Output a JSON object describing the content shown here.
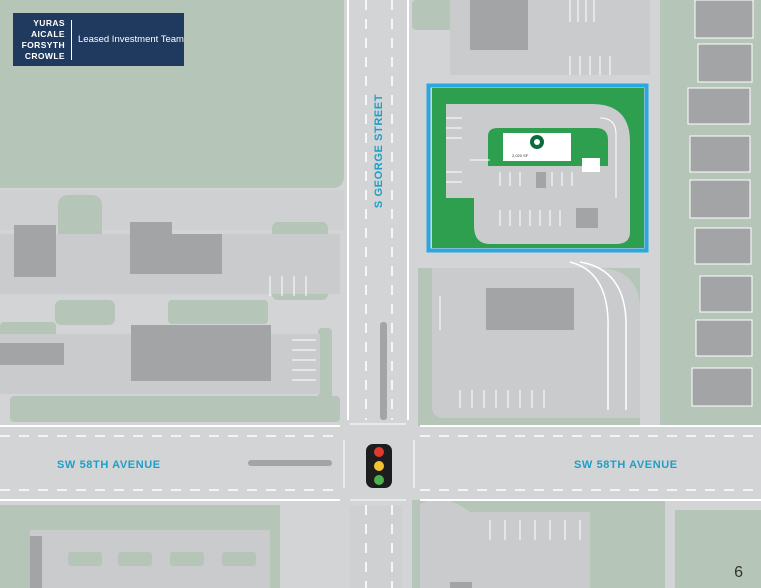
{
  "logo": {
    "lines": [
      "YURAS",
      "AICALE",
      "FORSYTH",
      "CROWLE"
    ],
    "tagline": "Leased Investment Team"
  },
  "streets": {
    "north_south": "S GEORGE STREET",
    "east_west_left": "SW 58TH AVENUE",
    "east_west_right": "SW 58TH AVENUE"
  },
  "site": {
    "store_area": "2,020 SF",
    "highlight_color": "#29a8df"
  },
  "page_number": "6",
  "colors": {
    "road": "#d3d4d6",
    "green": "#b5c6b8",
    "building": "#a3a4a6",
    "site_green": "#2e9e4f",
    "logo_bg": "#1f3a5e",
    "label": "#1d9fc6",
    "signal_red": "#e03a2f",
    "signal_yellow": "#f1c232",
    "signal_green": "#4caf50"
  }
}
